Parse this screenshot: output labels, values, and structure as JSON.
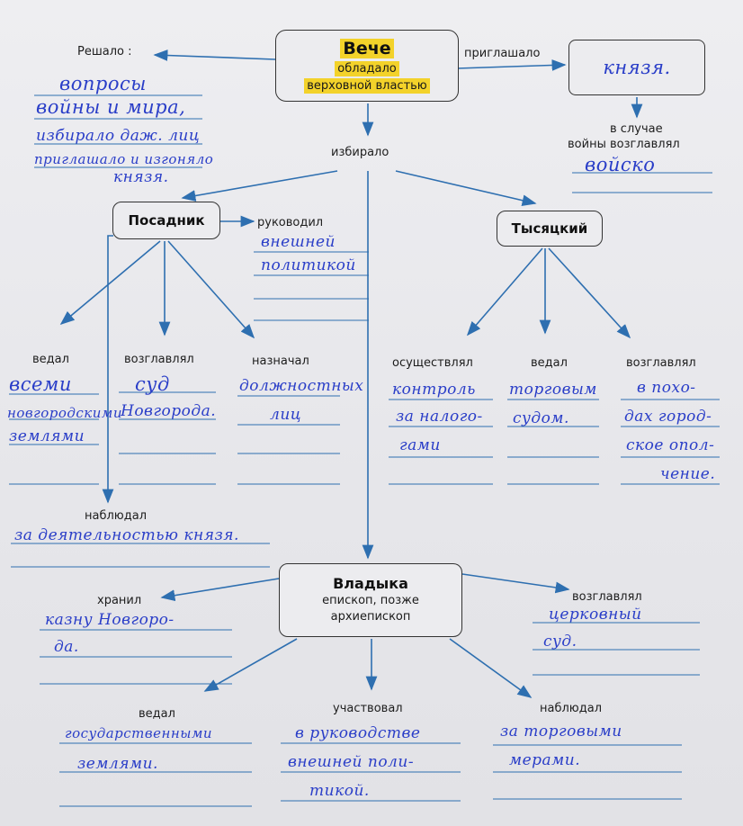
{
  "veche": {
    "title": "Вече",
    "line1": "обладало",
    "line2": "верховной властью"
  },
  "left_top": {
    "label": "Решало :",
    "text": [
      "вопросы",
      "войны и мира,",
      "избирало даж. лиц",
      "приглашало и изгоняло",
      "князя."
    ]
  },
  "right_top": {
    "label": "приглашало",
    "box_text": "князя.",
    "label2a": "в случае",
    "label2b": "войны возглавлял",
    "text": "войско"
  },
  "izbiralo": "избирало",
  "posadnik": {
    "title": "Посадник",
    "rukovodil": {
      "label": "руководил",
      "text": [
        "внешней",
        "политикой"
      ]
    },
    "vedal": {
      "label": "ведал",
      "text": [
        "всеми",
        "новгородскими",
        "землями"
      ]
    },
    "vozglavlyal": {
      "label": "возглавлял",
      "text": [
        "суд",
        "Новгорода."
      ]
    },
    "naznachal": {
      "label": "назначал",
      "text": [
        "должностных",
        "лиц"
      ]
    },
    "nablyudal": {
      "label": "наблюдал",
      "text": "за деятельностью князя."
    }
  },
  "tysyatsky": {
    "title": "Тысяцкий",
    "osushchestvlyal": {
      "label": "осуществлял",
      "text": [
        "контроль",
        "за налого-",
        "гами"
      ]
    },
    "vedal": {
      "label": "ведал",
      "text": [
        "торговым",
        "судом."
      ]
    },
    "vozglavlyal": {
      "label": "возглавлял",
      "text": [
        "в похо-",
        "дах город-",
        "ское опол-",
        "чение."
      ]
    }
  },
  "vladyka": {
    "title": "Владыка",
    "sub1": "епископ, позже",
    "sub2": "архиепископ",
    "hranil": {
      "label": "хранил",
      "text": [
        "казну Новгоро-",
        "да."
      ]
    },
    "vozglavlyal": {
      "label": "возглавлял",
      "text": [
        "церковный",
        "суд."
      ]
    },
    "vedal": {
      "label": "ведал",
      "text": [
        "государственными",
        "землями."
      ]
    },
    "uchastvoval": {
      "label": "участвовал",
      "text": [
        "в руководстве",
        "внешней поли-",
        "тикой."
      ]
    },
    "nablyudal": {
      "label": "наблюдал",
      "text": [
        "за торговыми",
        "мерами."
      ]
    }
  }
}
